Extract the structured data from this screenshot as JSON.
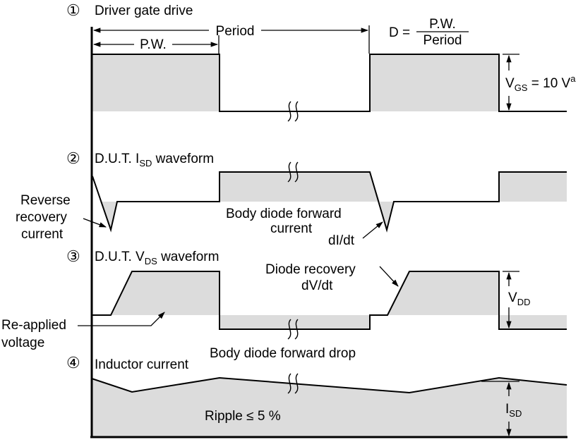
{
  "sections": [
    {
      "number": "①",
      "title": "Driver gate drive"
    },
    {
      "number": "②",
      "title_prefix": "D.U.T. I",
      "title_sub": "SD",
      "title_suffix": " waveform"
    },
    {
      "number": "③",
      "title_prefix": "D.U.T. V",
      "title_sub": "DS",
      "title_suffix": " waveform"
    },
    {
      "number": "④",
      "title": "Inductor current"
    }
  ],
  "gate": {
    "period_label": "Period",
    "pw_label": "P.W.",
    "duty_lhs": "D =",
    "duty_num": "P.W.",
    "duty_den": "Period",
    "vgs_prefix": "V",
    "vgs_sub": "GS",
    "vgs_value": " = 10 V",
    "vgs_sup": "a"
  },
  "isd": {
    "reverse_recovery": [
      "Reverse",
      "recovery",
      "current"
    ],
    "body_diode_current": [
      "Body diode forward",
      "current"
    ],
    "didt": "dI/dt"
  },
  "vds": {
    "diode_recovery": [
      "Diode recovery",
      "dV/dt"
    ],
    "vdd_prefix": "V",
    "vdd_sub": "DD",
    "reapplied": [
      "Re-applied",
      "voltage"
    ],
    "body_diode_drop": "Body diode forward drop"
  },
  "inductor": {
    "ripple": "Ripple ≤ 5 %",
    "isd_prefix": "I",
    "isd_sub": "SD"
  }
}
